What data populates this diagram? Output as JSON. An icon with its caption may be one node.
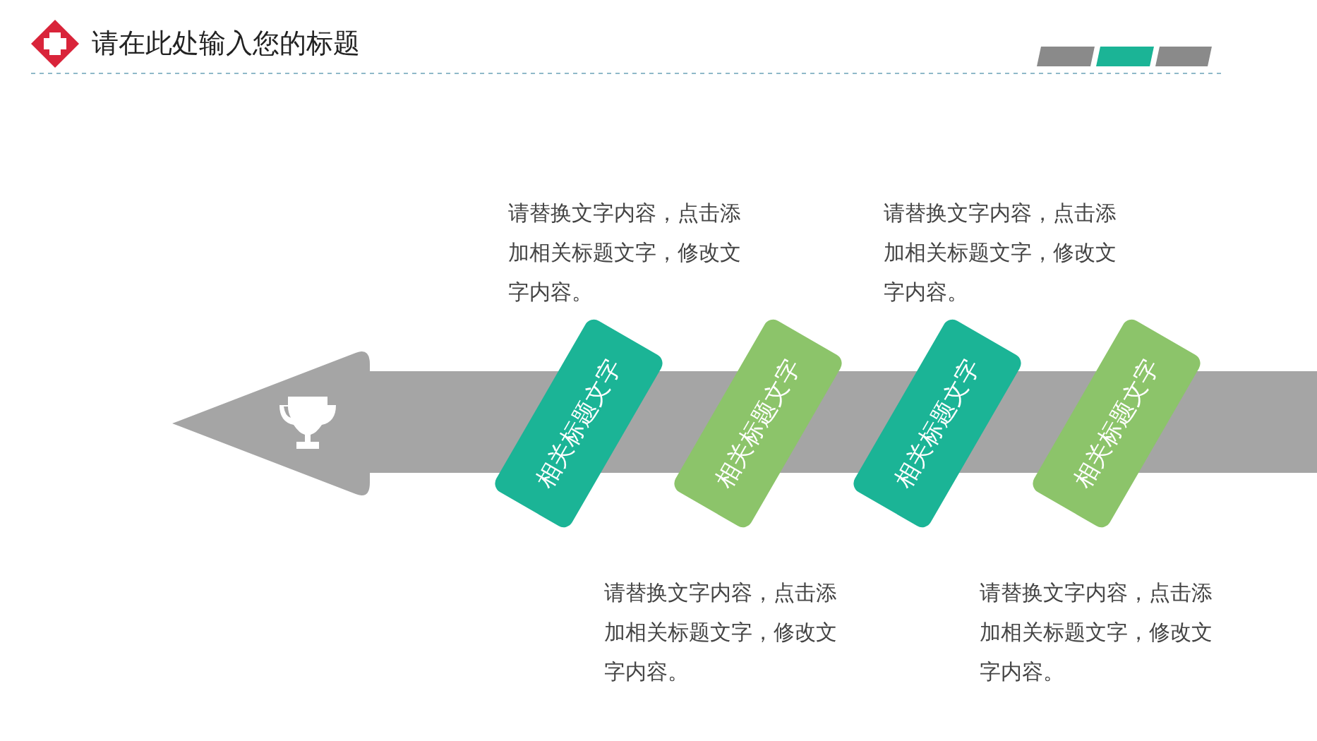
{
  "diagram": {
    "title": "请在此处输入您的标题",
    "nodes": [
      {
        "text": [
          "相关标题文字"
        ],
        "beside": [
          "请替换文字内容，点击添加相关标题文字，修改文字内容。"
        ]
      },
      {
        "text": [
          "相关标题文字"
        ],
        "beside": [
          "请替换文字内容，点击添加相关标题文字，修改文字内容。"
        ]
      },
      {
        "text": [
          "相关标题文字"
        ],
        "beside": [
          "请替换文字内容，点击添加相关标题文字，修改文字内容。"
        ]
      },
      {
        "text": [
          "相关标题文字"
        ],
        "beside": [
          "请替换文字内容，点击添加相关标题文字，修改文字内容。"
        ]
      }
    ]
  }
}
